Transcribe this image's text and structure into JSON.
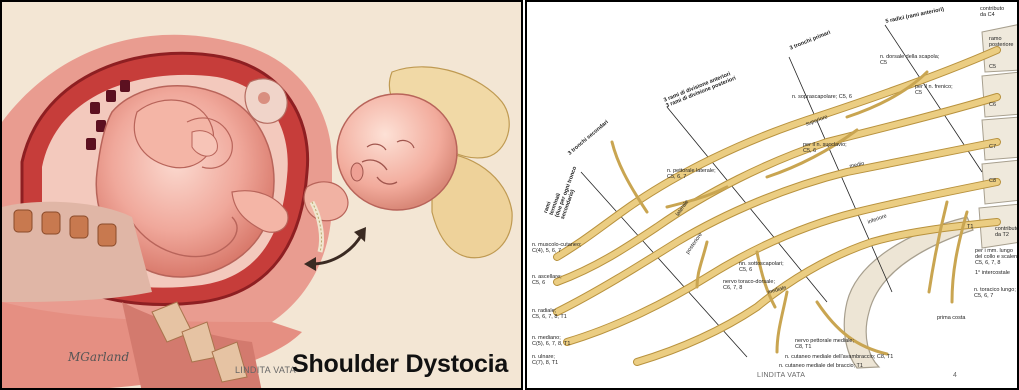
{
  "left_panel": {
    "title": "Shoulder Dystocia",
    "signature": "MGarland",
    "watermark": "LINDITA VATA"
  },
  "right_panel": {
    "watermark": "LINDITA VATA",
    "page_number": "4",
    "headers": {
      "radici": "5 radici\n(rami anteriori)",
      "tronchi_primari": "3 tronchi primari",
      "divisione": "3 rami di divisione anteriori\n3 rami di divisione posteriori",
      "tronchi_secondari": "3 tronchi secondari",
      "rami_terminali": "rami\nterminali\n(due per ogni tronco\nsecondario)"
    },
    "trunk_labels": {
      "superiore": "superiore",
      "medio": "medio",
      "inferiore": "inferiore",
      "laterale": "laterale",
      "posteriore": "posteriore",
      "mediale": "mediale"
    },
    "vertebra_labels": [
      "C5",
      "C6",
      "C7",
      "C8",
      "T1"
    ],
    "nerve_labels": {
      "contributo_c4": "contributo\nda C4",
      "ramo_posteriore": "ramo\nposteriore",
      "dorsale_scapola": "n. dorsale della scapola;\nC5",
      "frenico": "per il n. frenico;\nC5",
      "soprascapolare": "n. soprascapolare; C5, 6",
      "succlavio": "per il n. succlavio;\nC5, 6",
      "pettorale_laterale": "n. pettorale laterale;\nC5, 6, 7",
      "sottoscapolari": "nn. sottoscapolari;\nC5, 6",
      "toraco_dorsale": "nervo toraco-dorsale;\nC6, 7, 8",
      "pettorale_mediale": "nervo pettorale mediale;\nC8, T1",
      "cutaneo_avambraccio": "n. cutaneo mediale dell'avambraccio; C8, T1",
      "cutaneo_braccio": "n. cutaneo mediale del braccio; T1",
      "muscolo_cutaneo": "n. muscolo-cutaneo;\nC(4), 5, 6, 7",
      "ascellare": "n. ascellare;\nC5, 6",
      "radiale": "n. radiale;\nC5, 6, 7, 8, T1",
      "mediano": "n. mediano;\nC(5), 6, 7, 8, T1",
      "ulnare": "n. ulnare;\nC(7), 8, T1",
      "lungo_collo": "per i mm. lungo\ndel collo e scaleni;\nC5, 6, 7, 8",
      "intercostale": "1° intercostale",
      "toracico_lungo": "n. toracico lungo;\nC5, 6, 7",
      "contributo_t2": "contributo\nda T2",
      "prima_costa": "prima costa"
    },
    "colors": {
      "nerve": "#e8c87a",
      "nerve_outline": "#b8923e",
      "bone": "#eee8dc"
    }
  }
}
